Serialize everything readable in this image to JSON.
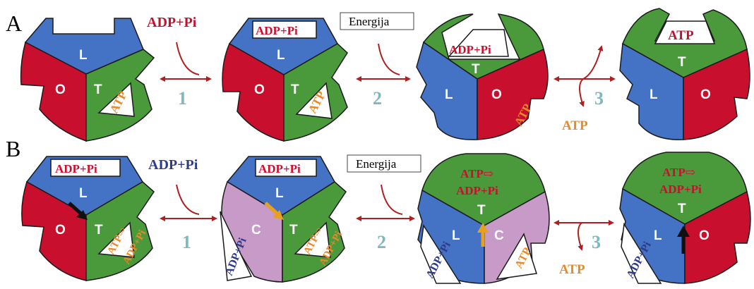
{
  "panels": {
    "a": "A",
    "b": "B"
  },
  "subunits": {
    "loose": "L",
    "open": "O",
    "tight": "T",
    "closed": "C"
  },
  "molecules": {
    "adp_pi": "ADP+Pi",
    "atp": "ATP",
    "atp_arrow": "ATP⇨"
  },
  "energy_label": "Energija",
  "steps": [
    "1",
    "2",
    "3"
  ],
  "colors": {
    "loose": "#4472c4",
    "open": "#c8102e",
    "tight": "#4a9a3c",
    "closed": "#c79ac8",
    "adp_text": "#c8102e",
    "atp_text": "#e8892a",
    "adp_free_b": "#2e3a8c",
    "step_number": "#7fb8c0",
    "arrow": "#b01f1f",
    "marker_black": "#111111",
    "marker_orange": "#e8a020"
  }
}
